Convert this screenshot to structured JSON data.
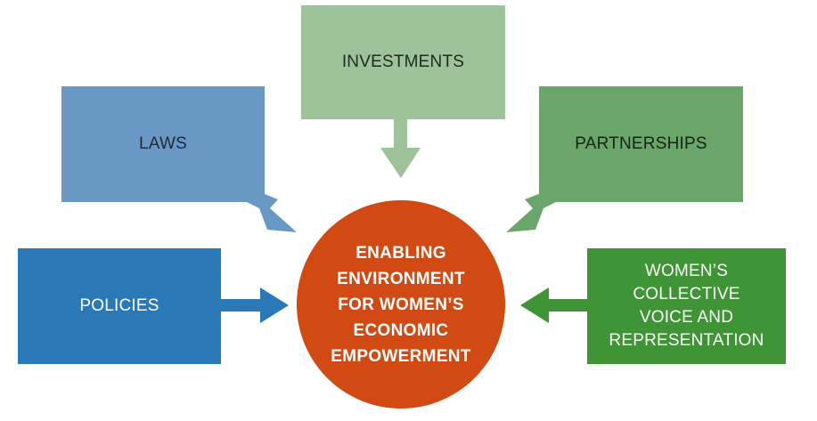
{
  "diagram": {
    "center": {
      "label": "ENABLING\nENVIRONMENT\nFOR WOMEN’S\nECONOMIC\nEMPOWERMENT",
      "color": "#d14a14"
    },
    "boxes": {
      "laws": {
        "label": "LAWS",
        "color": "#6a98c4"
      },
      "investments": {
        "label": "INVESTMENTS",
        "color": "#9ec29a"
      },
      "partnerships": {
        "label": "PARTNERSHIPS",
        "color": "#6aa66a"
      },
      "policies": {
        "label": "POLICIES",
        "color": "#2a78b6"
      },
      "voice": {
        "label": "WOMEN’S\nCOLLECTIVE\nVOICE AND\nREPRESENTATION",
        "color": "#3f9536"
      }
    }
  }
}
